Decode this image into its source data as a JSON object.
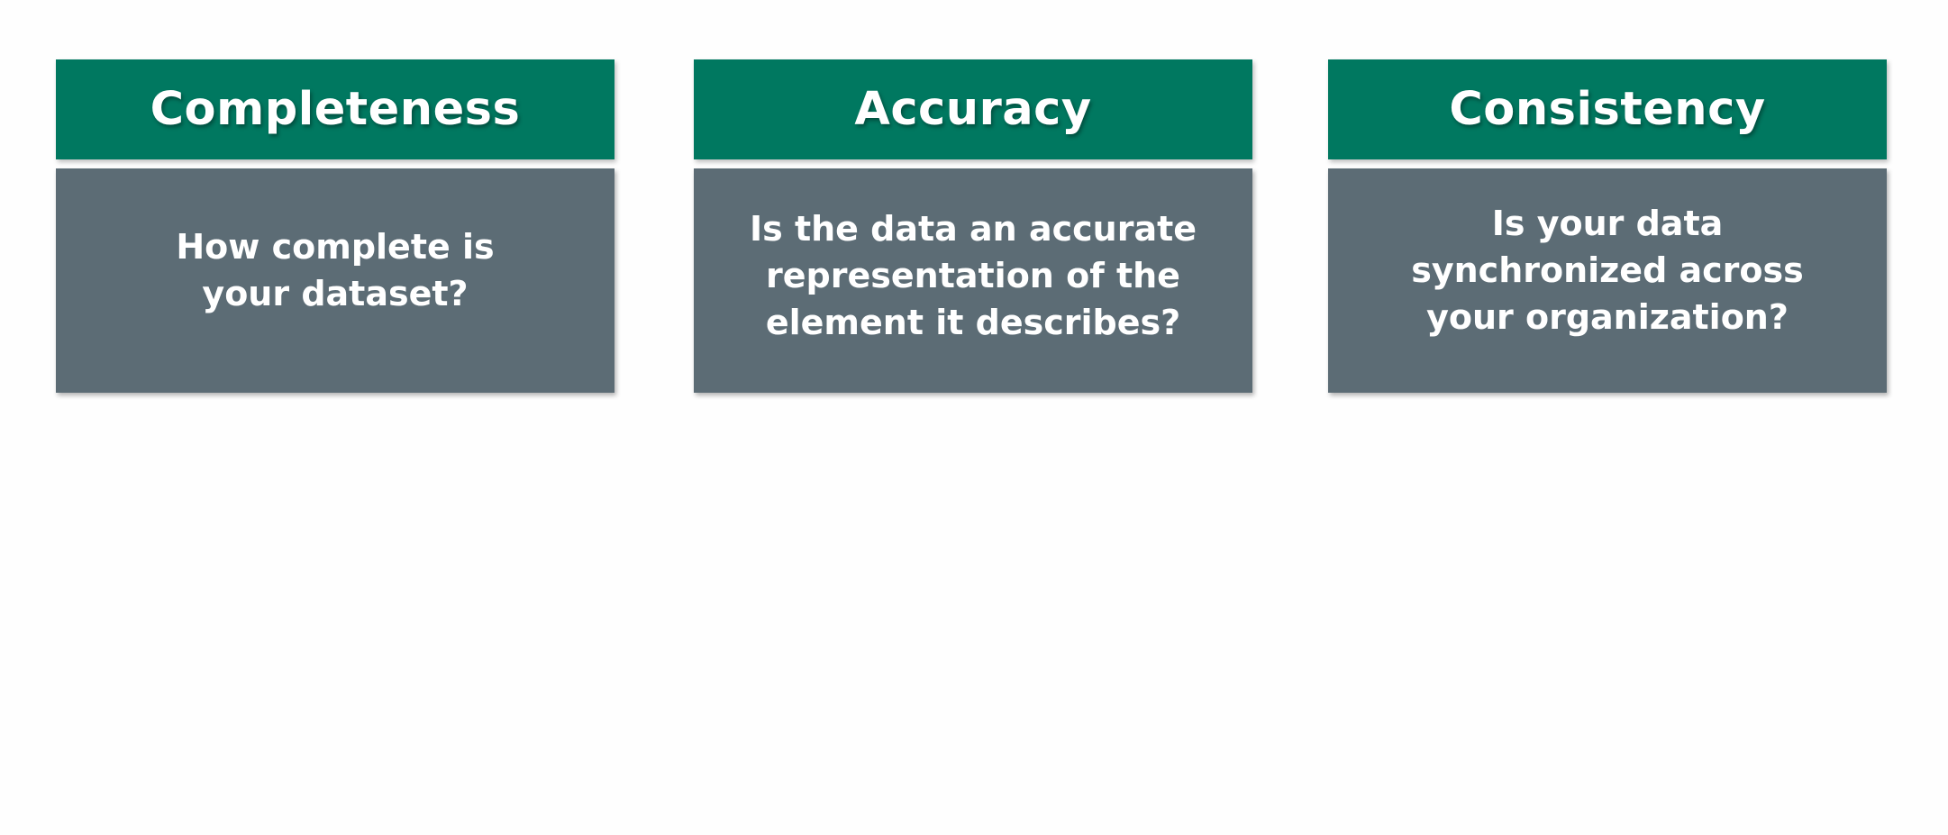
{
  "colors": {
    "header_bg": "#007860",
    "body_bg": "#5c6c75",
    "page_bg": "#fefefe"
  },
  "cards": [
    {
      "title": "Completeness",
      "question": "How complete is your dataset?"
    },
    {
      "title": "Accuracy",
      "question": "Is the data an accurate representation of the element it describes?"
    },
    {
      "title": "Consistency",
      "question": "Is your data synchronized across your organization?"
    }
  ]
}
